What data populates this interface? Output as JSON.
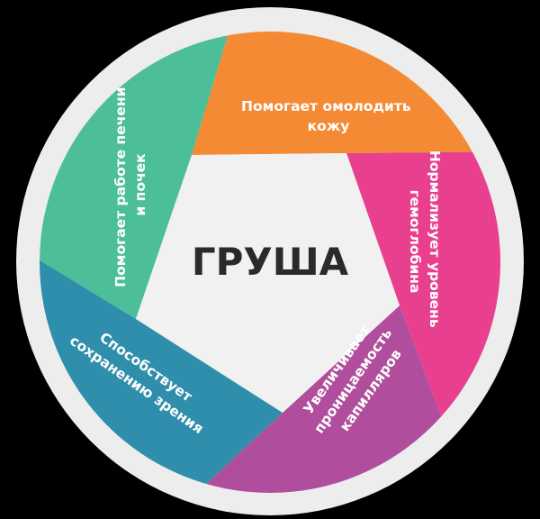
{
  "title": "ГРУША",
  "colors": {
    "background": "#000000",
    "ring": "#EDEDED",
    "center": "#F1F1F1",
    "orange": "#F58A35",
    "pink": "#E8408E",
    "purple": "#B04E9D",
    "blue": "#2E8EAB",
    "green": "#4DBE9A"
  },
  "segments": [
    {
      "color": "orange",
      "lines": [
        "Помогает омолодить",
        "кожу"
      ]
    },
    {
      "color": "pink",
      "lines": [
        "Нормализует уровень",
        "гемоглобина"
      ]
    },
    {
      "color": "purple",
      "lines": [
        "Увеличивает",
        "проницаемость",
        "капилляров"
      ]
    },
    {
      "color": "blue",
      "lines": [
        "Способствует",
        "сохранению зрения"
      ]
    },
    {
      "color": "green",
      "lines": [
        "Помогает работе печени",
        "и почек"
      ]
    }
  ]
}
